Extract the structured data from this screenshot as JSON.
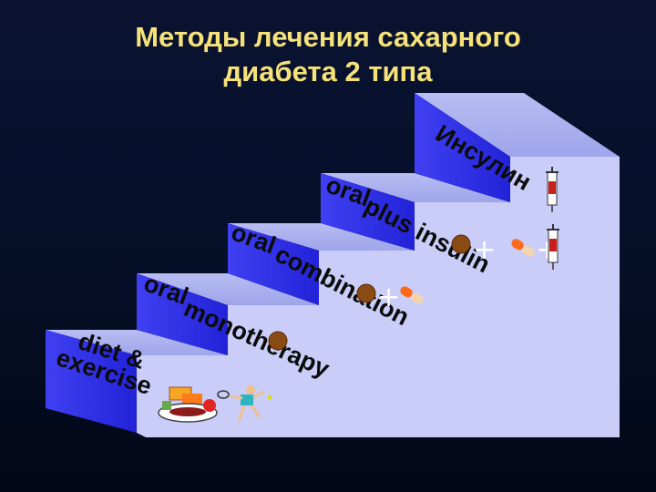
{
  "title_line1": "Методы лечения сахарного",
  "title_line2": "диабета 2 типа",
  "steps": [
    {
      "label_line1": "diet &",
      "label_line2": "exercise"
    },
    {
      "label_line1": "oral",
      "label_line2": "monotherapy"
    },
    {
      "label_line1": "oral",
      "label_line2": "combination"
    },
    {
      "label_line1": "oral",
      "label_line2": "plus insulin"
    },
    {
      "label_line1": "Инсулин",
      "label_line2": ""
    }
  ],
  "plus_sign": "+",
  "colors": {
    "background": "#06102a",
    "title": "#f6e27a",
    "step_face": "#c9cdf7",
    "step_top": "#aeb4ee",
    "step_side": "#3030ee"
  },
  "icons": [
    "food-plate-icon",
    "tennis-player-icon",
    "tablet-icon",
    "capsule-icon",
    "syringe-icon"
  ]
}
